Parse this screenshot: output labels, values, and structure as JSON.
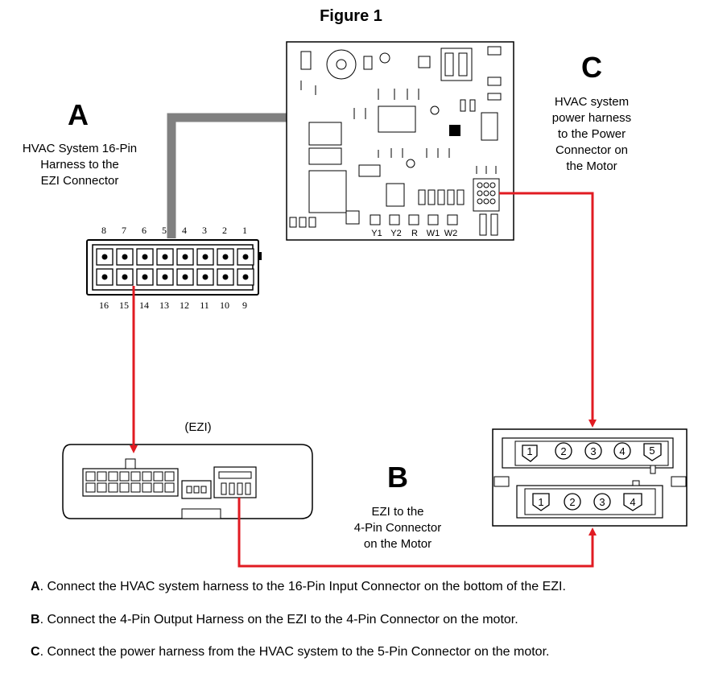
{
  "figure": {
    "title": "Figure 1"
  },
  "callouts": {
    "a": {
      "letter": "A",
      "label": "HVAC System 16-Pin\nHarness to the\nEZI Connector"
    },
    "b": {
      "letter": "B",
      "label": "EZI to the\n4-Pin Connector\non the Motor"
    },
    "c": {
      "letter": "C",
      "label": "HVAC system\npower harness\nto the Power\nConnector on\nthe Motor"
    }
  },
  "connector16": {
    "top_pins": [
      "8",
      "7",
      "6",
      "5",
      "4",
      "3",
      "2",
      "1"
    ],
    "bottom_pins": [
      "16",
      "15",
      "14",
      "13",
      "12",
      "11",
      "10",
      "9"
    ]
  },
  "board": {
    "terminals": [
      "Y1",
      "Y2",
      "R",
      "W1",
      "W2"
    ]
  },
  "ezi": {
    "label": "(EZI)"
  },
  "motor": {
    "five_pin": [
      "1",
      "2",
      "3",
      "4",
      "5"
    ],
    "four_pin": [
      "1",
      "2",
      "3",
      "4"
    ]
  },
  "colors": {
    "red_wire": "#e11b22",
    "gray_harness": "#808080",
    "outline": "#000000"
  },
  "instructions": [
    {
      "letter": "A",
      "text": ". Connect the HVAC system harness to the 16-Pin Input Connector on the bottom of the EZI."
    },
    {
      "letter": "B",
      "text": ". Connect the 4-Pin Output Harness on the EZI to the 4-Pin Connector on the motor."
    },
    {
      "letter": "C",
      "text": ". Connect the power harness from the HVAC system to the 5-Pin Connector on the motor."
    }
  ]
}
